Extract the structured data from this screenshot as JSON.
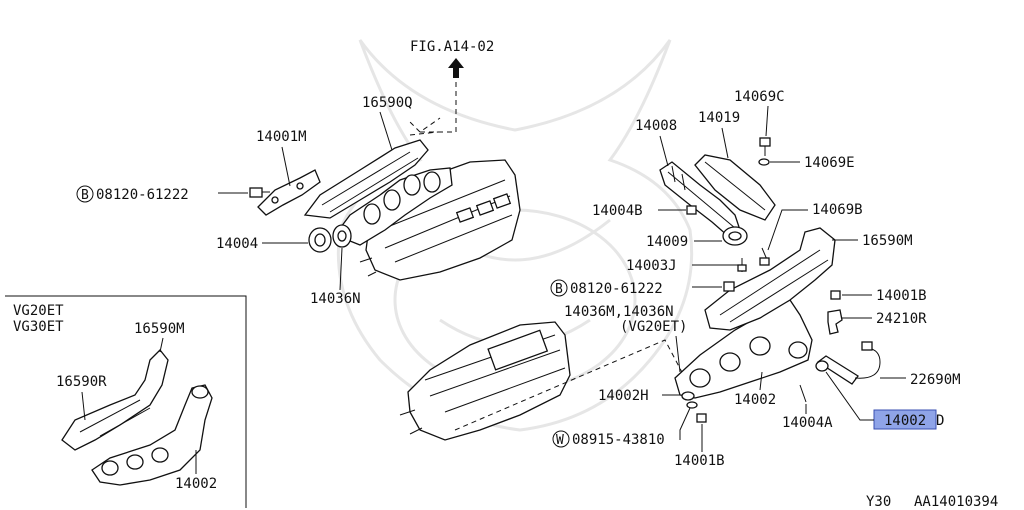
{
  "figure_ref": "FIG.A14-02",
  "footer": {
    "model": "Y30",
    "code": "AA14010394"
  },
  "inset": {
    "title_lines": [
      "VG20ET",
      "VG30ET"
    ]
  },
  "labels": {
    "p16590Q": "16590Q",
    "p14001M": "14001M",
    "bolt_a_circle": "B",
    "bolt_a": "08120-61222",
    "p14004": "14004",
    "p14036N": "14036N",
    "inset_16590M": "16590M",
    "inset_16590R": "16590R",
    "inset_14002": "14002",
    "p14069C": "14069C",
    "p14008": "14008",
    "p14019": "14019",
    "p14069E": "14069E",
    "p14004B": "14004B",
    "p14069B": "14069B",
    "p16590M": "16590M",
    "p14009": "14009",
    "p14003J": "14003J",
    "bolt_b_circle": "B",
    "bolt_b": "08120-61222",
    "p14001B_top": "14001B",
    "p14036MN": "14036M,14036N",
    "vg20et_note": "(VG20ET)",
    "p24210R": "24210R",
    "p22690M": "22690M",
    "p14002H": "14002H",
    "p14002": "14002",
    "p14004A": "14004A",
    "p14002D_main": "14002",
    "p14002D_suffix": "D",
    "washer_circle": "W",
    "washer": "08915-43810",
    "p14001B_bottom": "14001B"
  },
  "highlight": {
    "color": "#8fa4e8",
    "border": "#3a4fb0"
  }
}
